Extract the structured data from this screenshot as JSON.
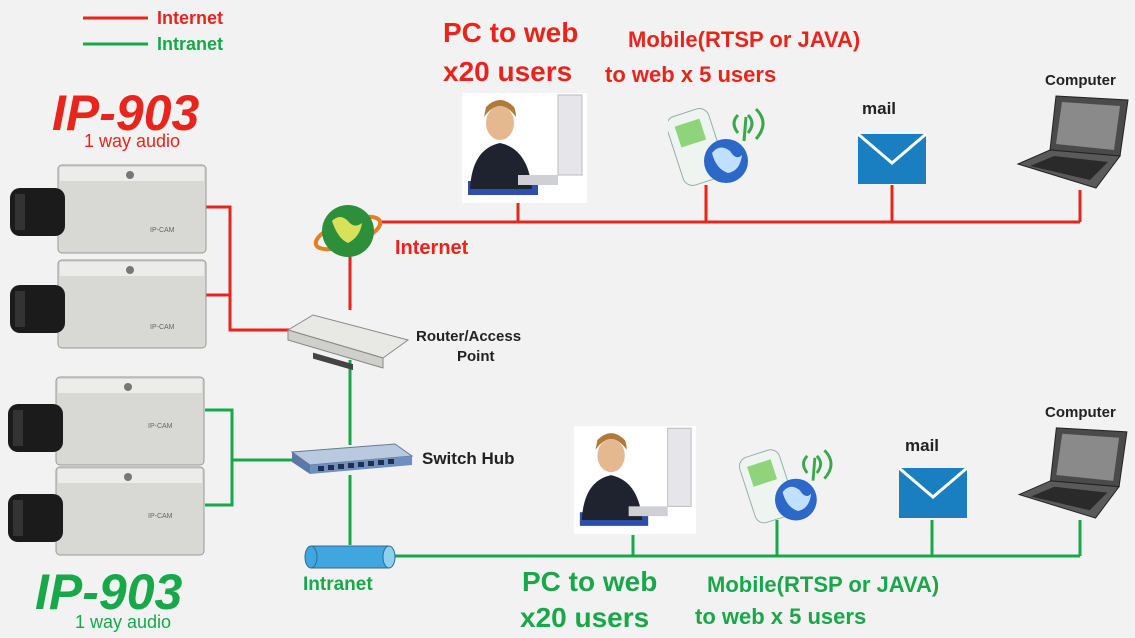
{
  "legend": [
    {
      "label": "Internet",
      "color": "#e8251c"
    },
    {
      "label": "Intranet",
      "color": "#18a84a"
    }
  ],
  "top_group": {
    "model": "IP-903",
    "subtitle": "1 way audio",
    "pc_line1": "PC to web",
    "pc_line2": "x20 users",
    "mobile_line1": "Mobile(RTSP or JAVA)",
    "mobile_line2": "to web x 5 users",
    "mail_label": "mail",
    "computer_label": "Computer",
    "network_label": "Internet"
  },
  "bottom_group": {
    "model": "IP-903",
    "subtitle": "1 way audio",
    "pc_line1": "PC to web",
    "pc_line2": "x20 users",
    "mobile_line1": "Mobile(RTSP or JAVA)",
    "mobile_line2": "to web x 5 users",
    "mail_label": "mail",
    "computer_label": "Computer",
    "network_label": "Intranet"
  },
  "router_label_line1": "Router/Access",
  "router_label_line2": "Point",
  "switch_label": "Switch Hub",
  "camera_label": "IP-CAM",
  "colors": {
    "internet": "#e8251c",
    "intranet": "#18a84a",
    "mail": "#1a7fc0"
  }
}
